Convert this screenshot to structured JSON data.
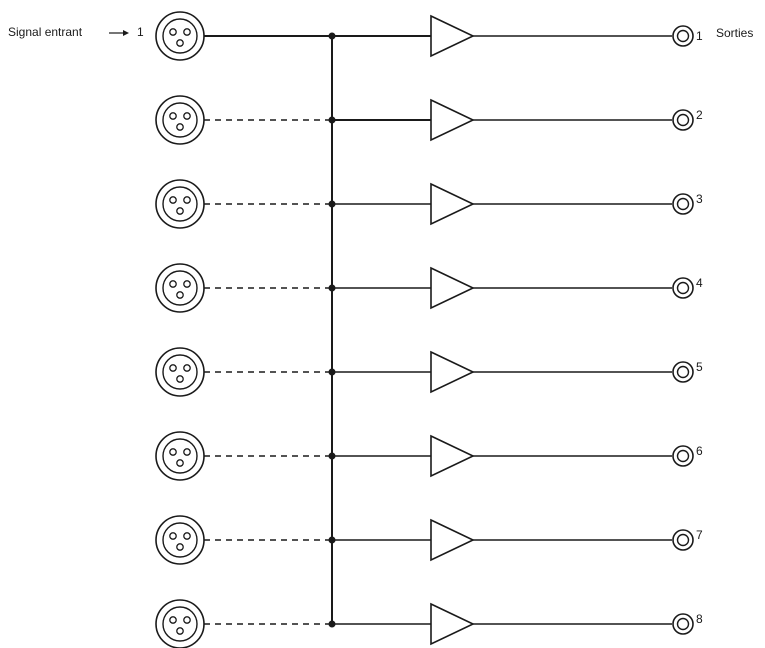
{
  "labels": {
    "input_signal": "Signal entrant",
    "input_number": "1",
    "outputs_title": "Sorties"
  },
  "channels": [
    {
      "output_number": "1",
      "input_link": "solid"
    },
    {
      "output_number": "2",
      "input_link": "dashed"
    },
    {
      "output_number": "3",
      "input_link": "dashed"
    },
    {
      "output_number": "4",
      "input_link": "dashed"
    },
    {
      "output_number": "5",
      "input_link": "dashed"
    },
    {
      "output_number": "6",
      "input_link": "dashed"
    },
    {
      "output_number": "7",
      "input_link": "dashed"
    },
    {
      "output_number": "8",
      "input_link": "dashed"
    }
  ],
  "colors": {
    "line": "#1a1a1a",
    "background": "#ffffff"
  },
  "icons": {
    "input_connector": "xlr-connector-icon",
    "amplifier": "amplifier-triangle-icon",
    "output_jack": "output-jack-icon",
    "junction": "junction-dot-icon"
  }
}
